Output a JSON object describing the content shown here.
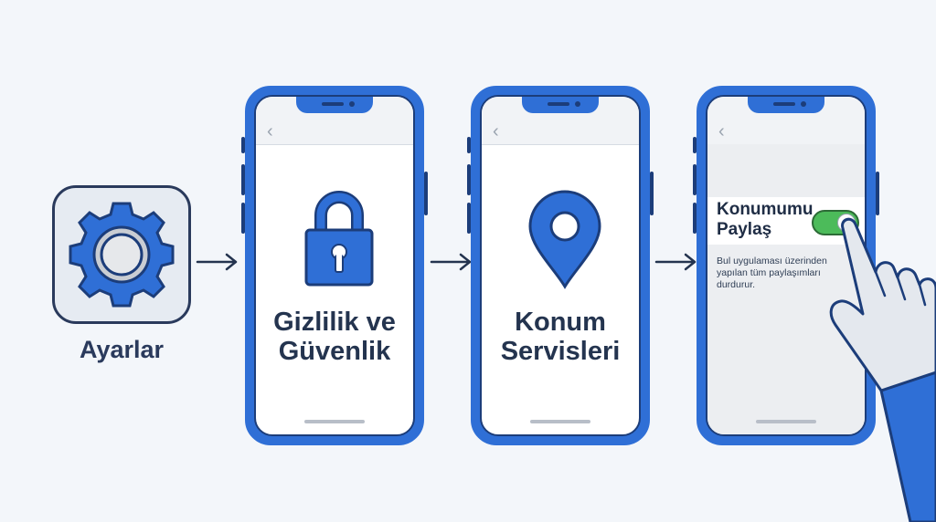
{
  "steps": [
    {
      "label": "Ayarlar",
      "icon": "gear-icon"
    },
    {
      "label_lines": [
        "Gizlilik ve",
        "Güvenlik"
      ],
      "icon": "lock-icon"
    },
    {
      "label_lines": [
        "Konum",
        "Servisleri"
      ],
      "icon": "location-pin-icon"
    },
    {
      "setting_lines": [
        "Konumumu",
        "Paylaş"
      ],
      "toggle_on": true,
      "description_lines": [
        "Bul uygulaması üzerinden",
        "yapılan tüm paylaşımları",
        "durdurur."
      ]
    }
  ],
  "nav": {
    "back_glyph": "‹"
  },
  "colors": {
    "accent": "#2f6fd6",
    "outline": "#2a3a5c",
    "toggle_on": "#4cbb5a",
    "background": "#f3f6fa"
  }
}
